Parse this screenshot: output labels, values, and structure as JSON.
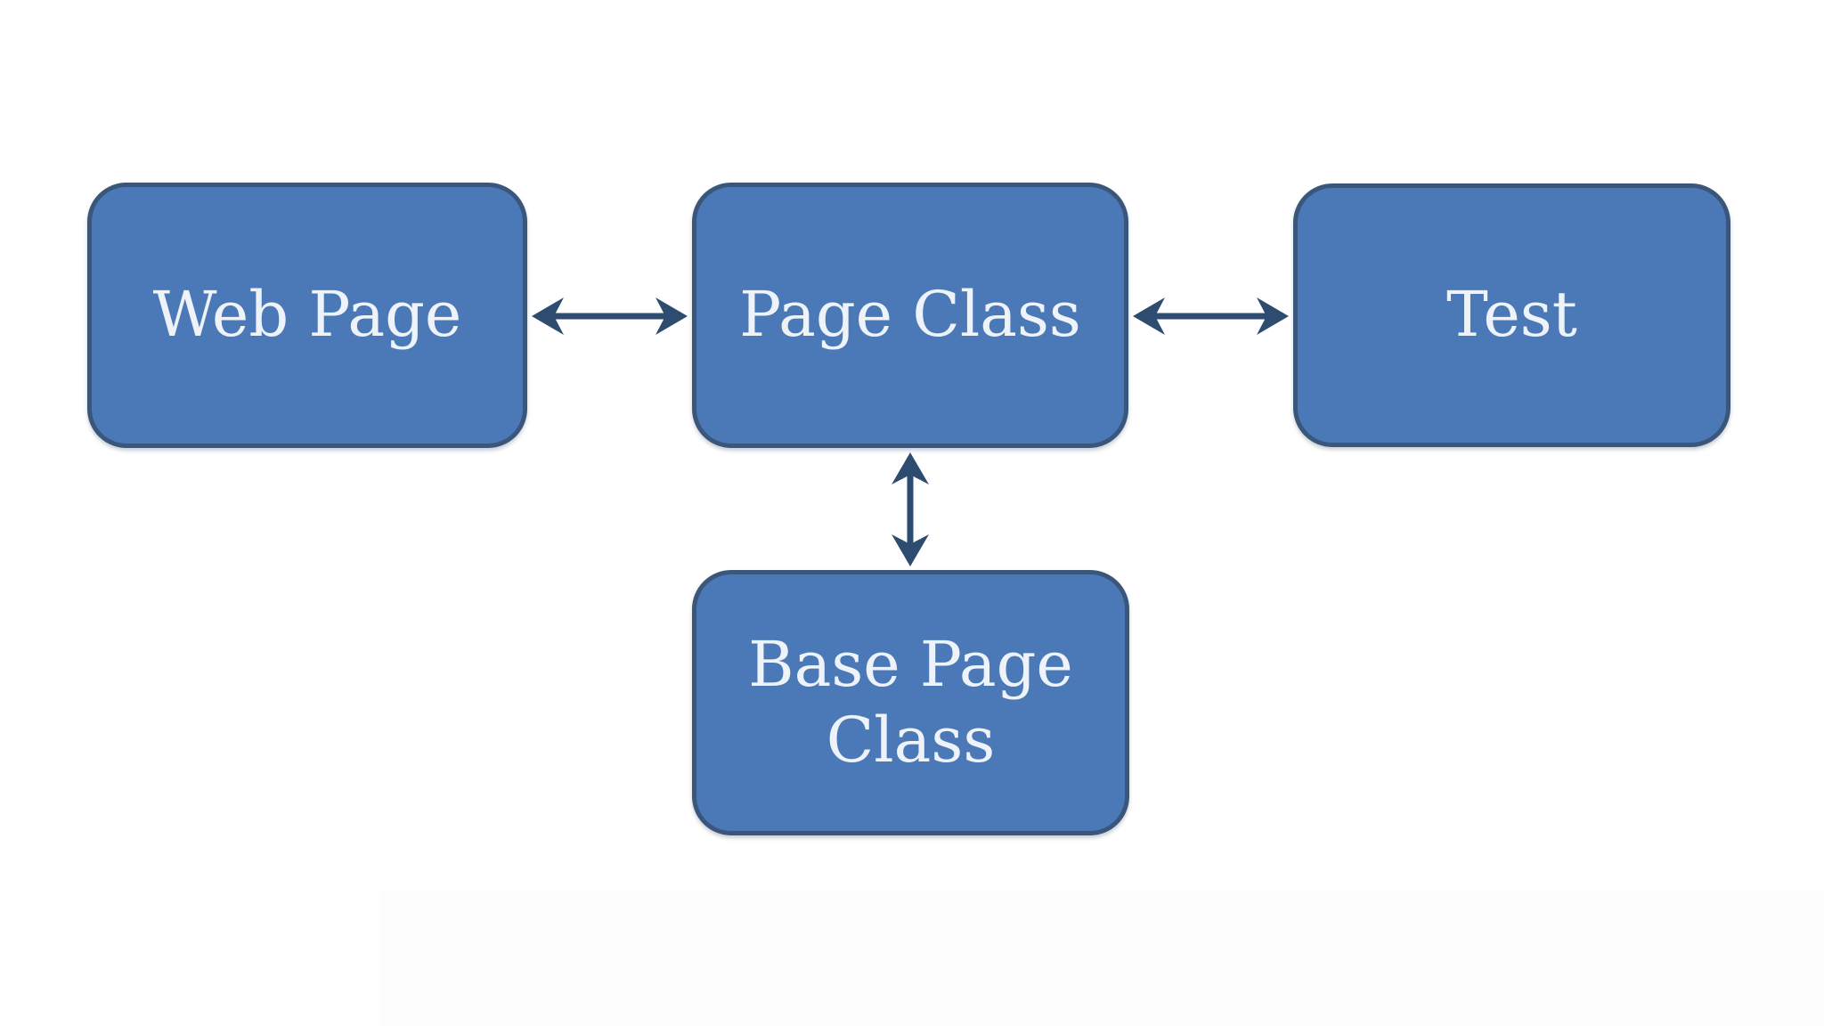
{
  "diagram": {
    "nodes": [
      {
        "id": "web-page",
        "label": "Web Page"
      },
      {
        "id": "page-class",
        "label": "Page Class"
      },
      {
        "id": "test",
        "label": "Test"
      },
      {
        "id": "base-page-class",
        "label": "Base Page Class"
      }
    ],
    "connections": [
      {
        "from": "Web Page",
        "to": "Page Class",
        "direction": "bidirectional",
        "orientation": "horizontal"
      },
      {
        "from": "Page Class",
        "to": "Test",
        "direction": "bidirectional",
        "orientation": "horizontal"
      },
      {
        "from": "Page Class",
        "to": "Base Page Class",
        "direction": "bidirectional",
        "orientation": "vertical"
      }
    ]
  },
  "colors": {
    "node-fill": "#4b79b8",
    "node-border": "#3a567a",
    "node-text": "#edf3f9",
    "arrow": "#2e4b70",
    "background": "#ffffff"
  }
}
